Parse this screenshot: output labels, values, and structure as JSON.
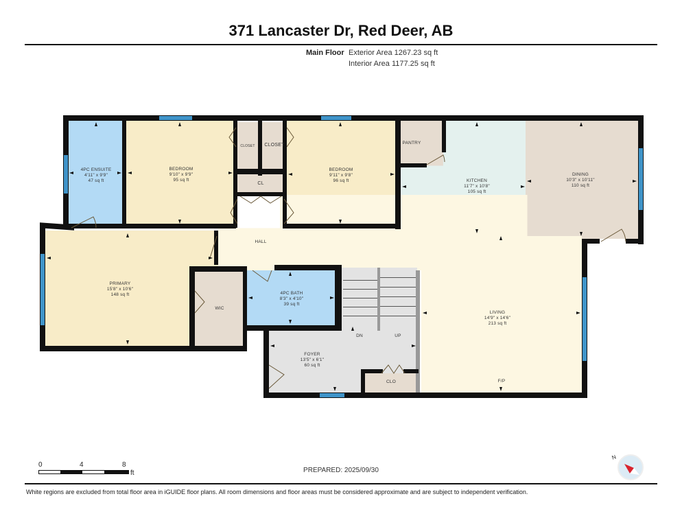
{
  "header": {
    "title": "371 Lancaster Dr, Red Deer, AB",
    "floor_label": "Main Floor",
    "exterior_area": "Exterior Area 1267.23 sq ft",
    "interior_area": "Interior Area 1177.25 sq ft"
  },
  "rooms": {
    "ensuite": {
      "name": "4PC ENSUITE",
      "dims": "4'11\" x 9'9\"",
      "area": "47 sq ft",
      "color": "#b3daf5"
    },
    "bedroom1": {
      "name": "BEDROOM",
      "dims": "9'10\" x 9'9\"",
      "area": "95 sq ft",
      "color": "#f8ecc8"
    },
    "closet_small": {
      "name": "CLOSET"
    },
    "closet": {
      "name": "CLOSET"
    },
    "cl": {
      "name": "CL"
    },
    "bedroom2": {
      "name": "BEDROOM",
      "dims": "9'11\" x 9'8\"",
      "area": "96 sq ft",
      "color": "#f8ecc8"
    },
    "pantry": {
      "name": "PANTRY",
      "color": "#e6dcd0"
    },
    "kitchen": {
      "name": "KITCHEN",
      "dims": "11'7\" x 10'8\"",
      "area": "105 sq ft",
      "color": "#e4f1ee"
    },
    "dining": {
      "name": "DINING",
      "dims": "10'3\" x 10'11\"",
      "area": "110 sq ft",
      "color": "#e6dcd0"
    },
    "hall": {
      "name": "HALL",
      "color": "#fdf7e2"
    },
    "primary": {
      "name": "PRIMARY",
      "dims": "15'8\" x 10'6\"",
      "area": "148 sq ft",
      "color": "#f8ecc8"
    },
    "wic": {
      "name": "WIC",
      "color": "#e6dcd0"
    },
    "bath": {
      "name": "4PC BATH",
      "dims": "8'3\" x 4'10\"",
      "area": "39 sq ft",
      "color": "#b3daf5"
    },
    "stairs": {
      "down": "DN",
      "up": "UP"
    },
    "foyer": {
      "name": "FOYER",
      "dims": "13'5\" x 6'1\"",
      "area": "60 sq ft",
      "color": "#e3e3e3"
    },
    "clo": {
      "name": "CLO"
    },
    "living": {
      "name": "LIVING",
      "dims": "14'9\" x 14'6\"",
      "area": "213 sq ft",
      "color": "#fdf7e2"
    },
    "fp": {
      "name": "F/P"
    }
  },
  "scale": {
    "ticks": [
      "0",
      "4",
      "8"
    ],
    "unit": "ft"
  },
  "prepared": "PREPARED: 2025/09/30",
  "compass": {
    "label": "N"
  },
  "disclaimer": "White regions are excluded from total floor area in iGUIDE floor plans. All room dimensions and floor areas must be considered approximate and are subject to independent verification."
}
